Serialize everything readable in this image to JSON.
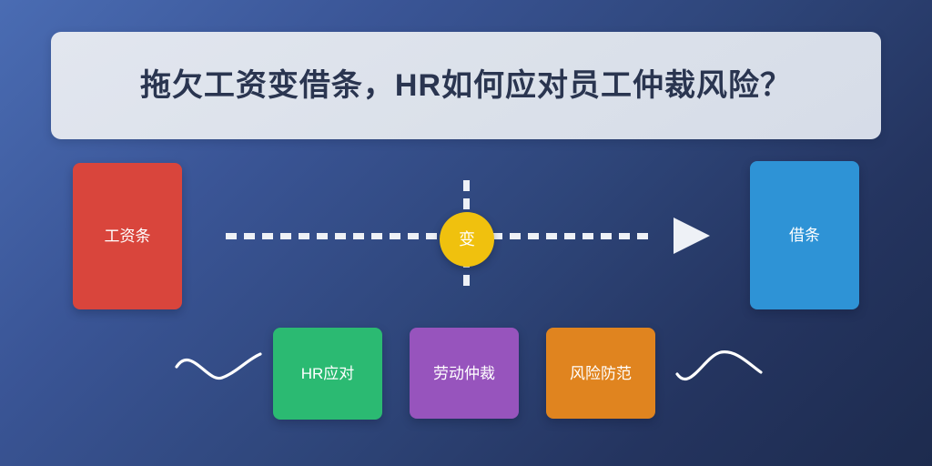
{
  "title": {
    "text": "拖欠工资变借条，HR如何应对员工仲裁风险？"
  },
  "flow": {
    "source_label": "工资条",
    "hub_label": "变",
    "target_label": "借条"
  },
  "topics": [
    {
      "label": "HR应对"
    },
    {
      "label": "劳动仲裁"
    },
    {
      "label": "风险防范"
    }
  ],
  "colors": {
    "background_start": "#4a6cb3",
    "background_end": "#1d2b4e",
    "title_panel": "#dde2ec",
    "title_text": "#2a3550",
    "source_card": "#d9453c",
    "target_card": "#2e93d6",
    "hub_circle": "#f0c10e",
    "topic_hr": "#2bba72",
    "topic_arbitration": "#9754bd",
    "topic_risk": "#e0841f",
    "arrow": "#eef1f6"
  }
}
